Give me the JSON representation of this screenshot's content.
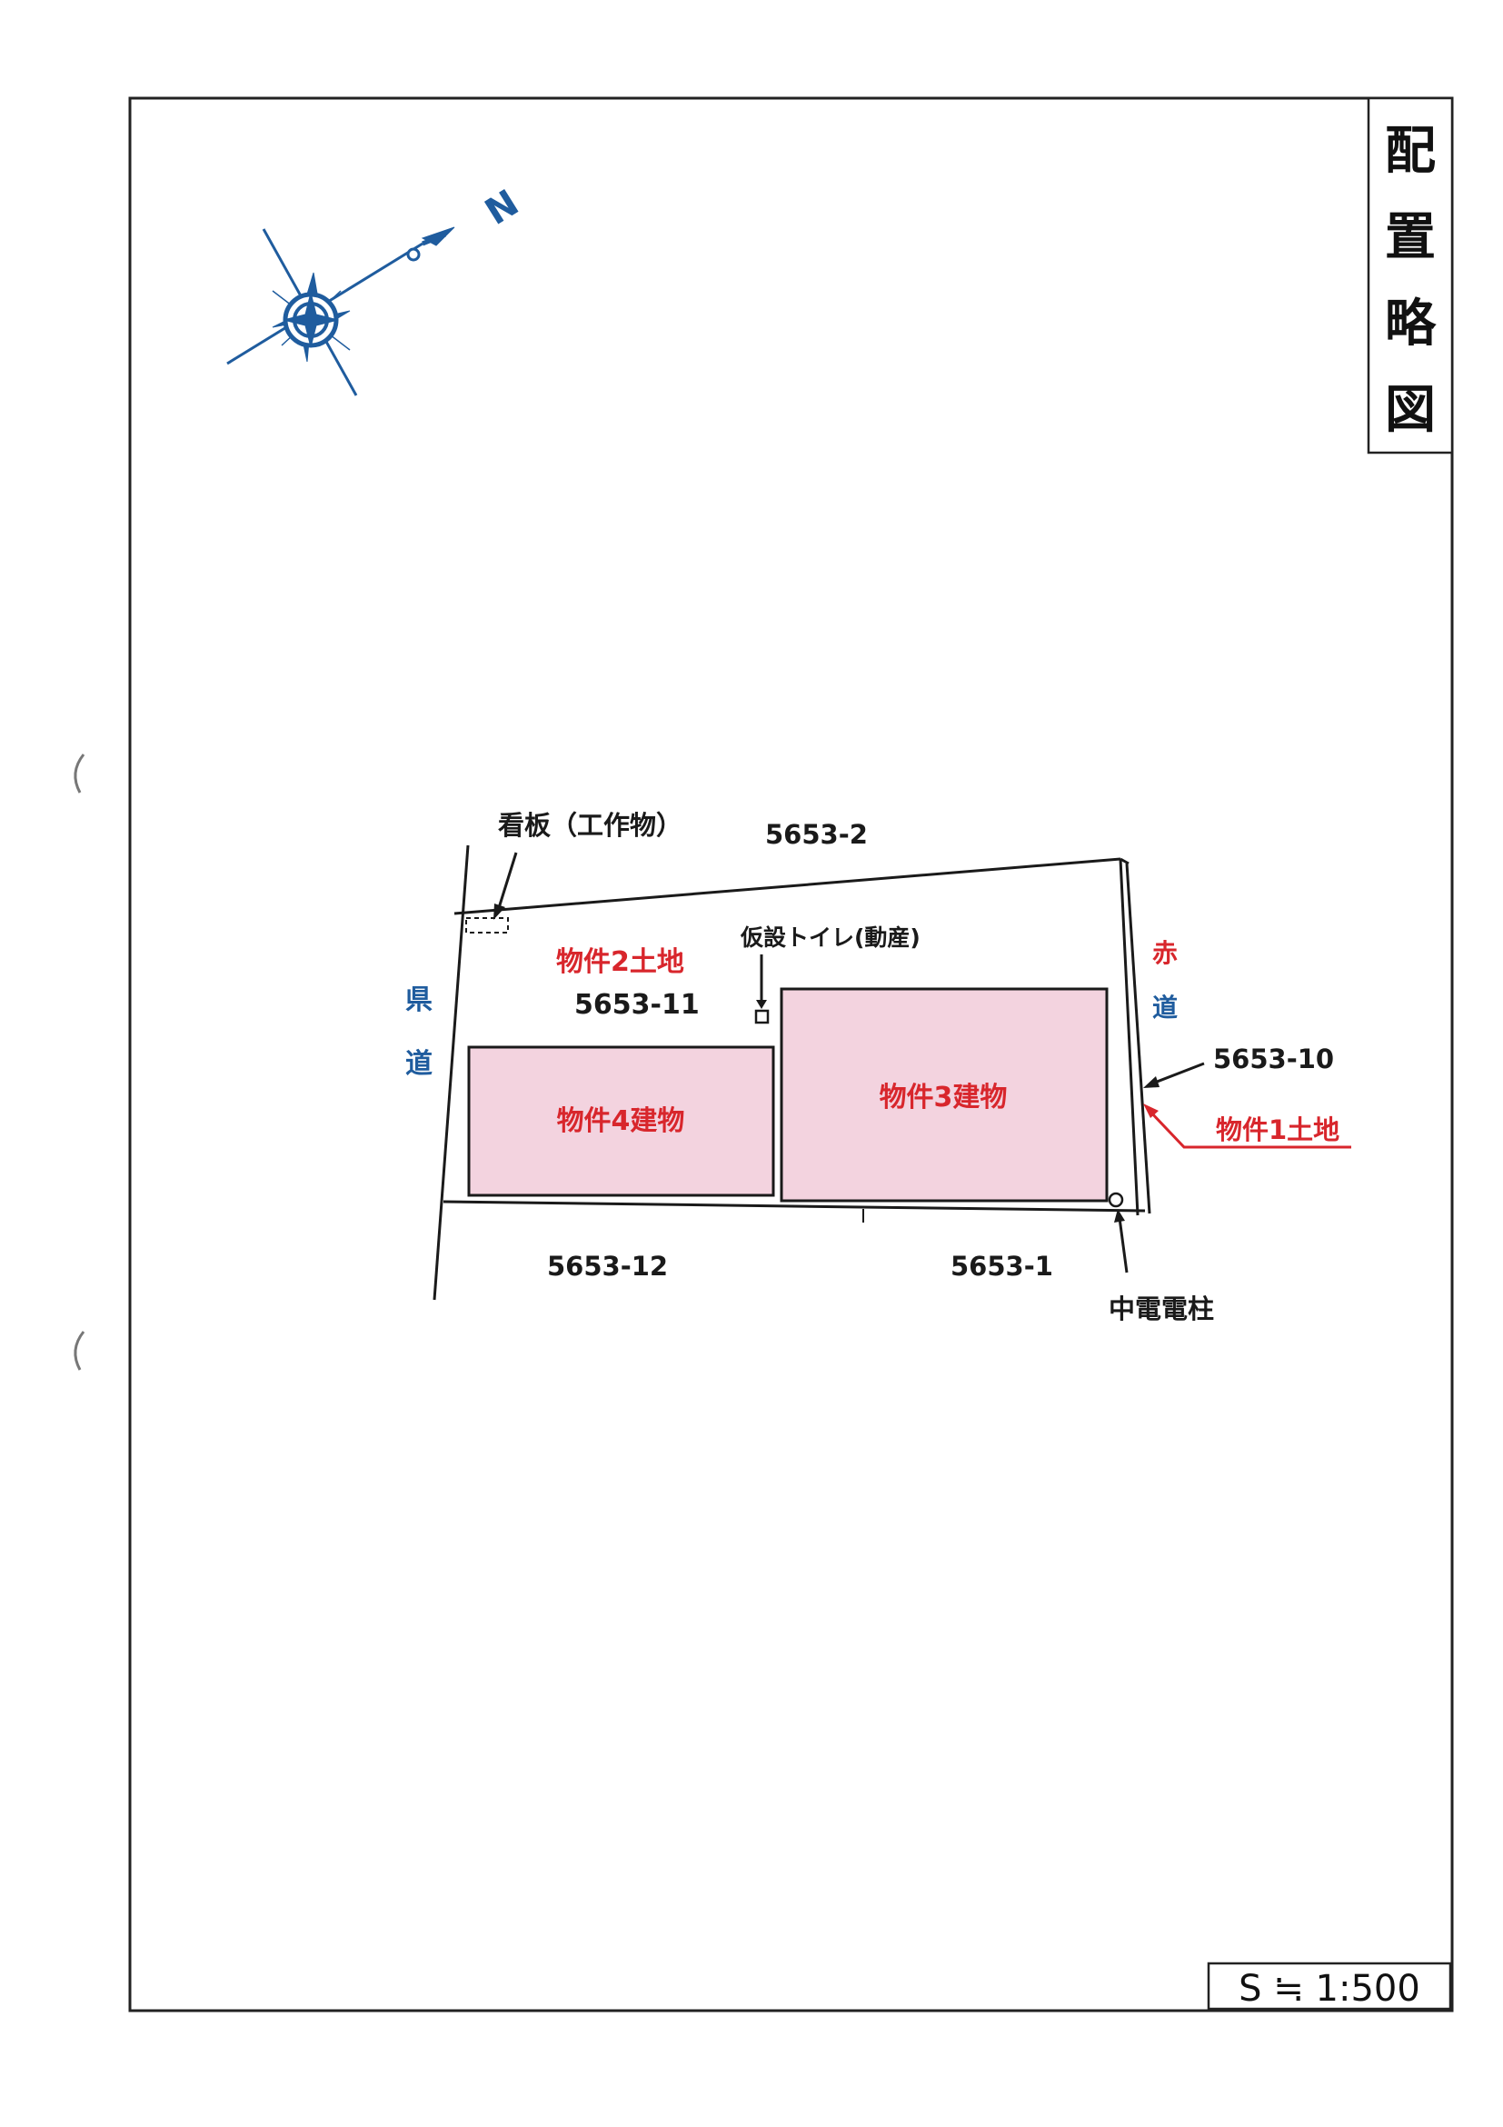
{
  "title_chars": [
    "配",
    "置",
    "略",
    "図"
  ],
  "scale_label": "S ≒ 1:500",
  "compass": {
    "north_label": "N",
    "icon": "compass-rose-icon"
  },
  "labels": {
    "signboard": "看板（工作物）",
    "parcel_north": "5653-2",
    "toilet": "仮設トイレ(動産)",
    "property2_land": "物件2土地",
    "parcel_main": "5653-11",
    "road_prefectural": [
      "県",
      "道"
    ],
    "road_red": [
      "赤",
      "道"
    ],
    "parcel_east": "5653-10",
    "property1_land": "物件1土地",
    "property4_building": "物件4建物",
    "property3_building": "物件3建物",
    "parcel_south_west": "5653-12",
    "parcel_south_east": "5653-1",
    "utility_pole": "中電電柱"
  },
  "colors": {
    "building_fill": "#f3d3df",
    "red_label": "#d8262c",
    "blue_label": "#1f5c9e",
    "compass_blue": "#1f5c9e"
  }
}
